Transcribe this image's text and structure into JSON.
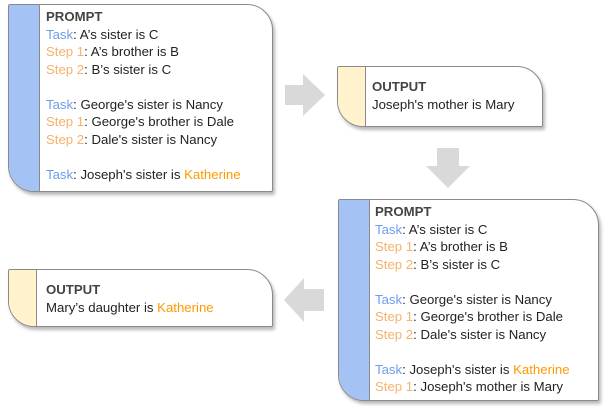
{
  "colors": {
    "prompt_stripe": "#a4c2f4",
    "output_stripe": "#fff2cc",
    "task_label": "#6d9eeb",
    "step_label": "#f6b26b",
    "highlight": "#ff9900",
    "arrow": "#d9d9d9"
  },
  "prompt1": {
    "title": "PROMPT",
    "lines": [
      {
        "label": "Task",
        "sep": ": ",
        "text": "A’s sister is C"
      },
      {
        "label": "Step 1",
        "sep": ": ",
        "text": "A’s brother is B"
      },
      {
        "label": "Step 2",
        "sep": ": ",
        "text": "B’s sister is C"
      },
      {
        "label": "Task",
        "sep": ": ",
        "text": "George's sister is Nancy"
      },
      {
        "label": "Step 1",
        "sep": ": ",
        "text": "George's brother is Dale"
      },
      {
        "label": "Step 2",
        "sep": ": ",
        "text": "Dale's sister is Nancy"
      },
      {
        "label": "Task",
        "sep": ": ",
        "text": "Joseph's sister is ",
        "highlight": "Katherine"
      }
    ]
  },
  "output1": {
    "title": "OUTPUT",
    "text": "Joseph's mother is Mary"
  },
  "prompt2": {
    "title": "PROMPT",
    "lines": [
      {
        "label": "Task",
        "sep": ": ",
        "text": "A’s sister is C"
      },
      {
        "label": "Step 1",
        "sep": ": ",
        "text": "A’s brother is B"
      },
      {
        "label": "Step 2",
        "sep": ": ",
        "text": "B’s sister is C"
      },
      {
        "label": "Task",
        "sep": ": ",
        "text": "George's sister is Nancy"
      },
      {
        "label": "Step 1",
        "sep": ": ",
        "text": "George's brother is Dale"
      },
      {
        "label": "Step 2",
        "sep": ": ",
        "text": "Dale's sister is Nancy"
      },
      {
        "label": "Task",
        "sep": ": ",
        "text": "Joseph's sister is ",
        "highlight": "Katherine"
      },
      {
        "label": "Step 1",
        "sep": ": ",
        "text": "Joseph's mother is Mary"
      }
    ]
  },
  "output2": {
    "title": "OUTPUT",
    "text": "Mary’s daughter is ",
    "highlight": "Katherine"
  }
}
